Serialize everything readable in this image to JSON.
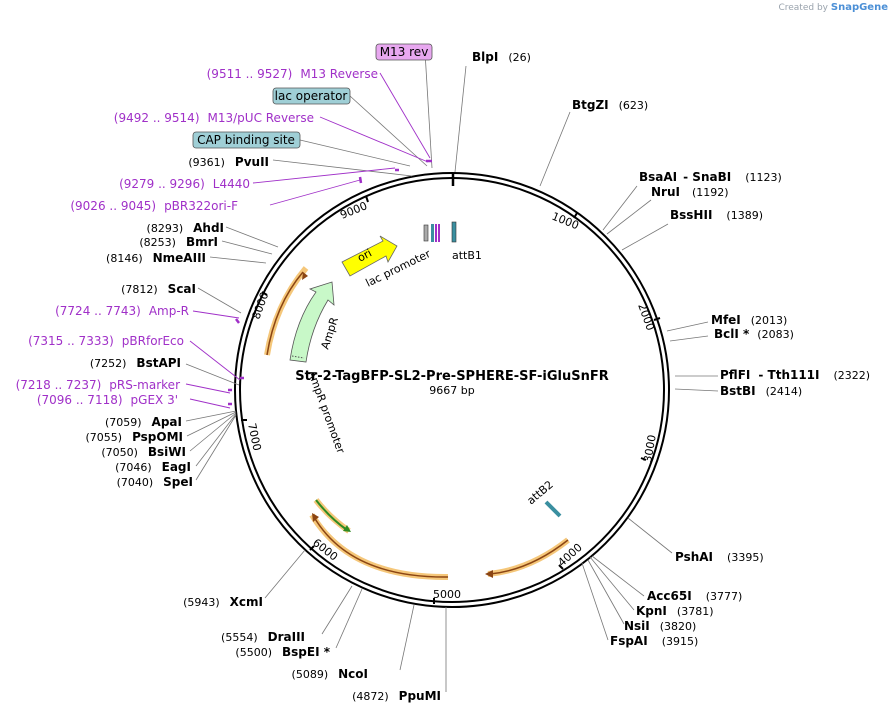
{
  "credit": {
    "prefix": "Created by",
    "brand": "SnapGene"
  },
  "map": {
    "title": "Str-2-TagBFP-SL2-Pre-SPHERE-SF-iGluSnFR",
    "length_label": "9667 bp",
    "total_bp": 9667,
    "ticks": [
      "1000",
      "2000",
      "3000",
      "4000",
      "5000",
      "6000",
      "7000",
      "8000",
      "9000"
    ]
  },
  "enzymes": [
    {
      "name": "BlpI",
      "pos": "(26)"
    },
    {
      "name": "BtgZI",
      "pos": "(623)"
    },
    {
      "name": "BsaAI",
      "extra": "- SnaBI",
      "pos": "(1123)"
    },
    {
      "name": "NruI",
      "pos": "(1192)"
    },
    {
      "name": "BssHII",
      "pos": "(1389)"
    },
    {
      "name": "MfeI",
      "pos": "(2013)"
    },
    {
      "name": "BclI *",
      "pos": "(2083)"
    },
    {
      "name": "PflFI",
      "extra": "- Tth111I",
      "pos": "(2322)"
    },
    {
      "name": "BstBI",
      "pos": "(2414)"
    },
    {
      "name": "PshAI",
      "pos": "(3395)"
    },
    {
      "name": "Acc65I",
      "pos": "(3777)"
    },
    {
      "name": "KpnI",
      "pos": "(3781)"
    },
    {
      "name": "NsiI",
      "pos": "(3820)"
    },
    {
      "name": "FspAI",
      "pos": "(3915)"
    },
    {
      "name": "PpuMI",
      "pos": "(4872)"
    },
    {
      "name": "NcoI",
      "pos": "(5089)"
    },
    {
      "name": "BspEI *",
      "pos": "(5500)"
    },
    {
      "name": "DraIII",
      "pos": "(5554)"
    },
    {
      "name": "XcmI",
      "pos": "(5943)"
    },
    {
      "name": "SpeI",
      "pos": "(7040)"
    },
    {
      "name": "EagI",
      "pos": "(7046)"
    },
    {
      "name": "BsiWI",
      "pos": "(7050)"
    },
    {
      "name": "PspOMI",
      "pos": "(7055)"
    },
    {
      "name": "ApaI",
      "pos": "(7059)"
    },
    {
      "name": "BstAPI",
      "pos": "(7252)"
    },
    {
      "name": "ScaI",
      "pos": "(7812)"
    },
    {
      "name": "NmeAIII",
      "pos": "(8146)"
    },
    {
      "name": "BmrI",
      "pos": "(8253)"
    },
    {
      "name": "AhdI",
      "pos": "(8293)"
    },
    {
      "name": "PvuII",
      "pos": "(9361)"
    }
  ],
  "primers": [
    {
      "range": "(9511 .. 9527)",
      "name": "M13 Reverse"
    },
    {
      "range": "(9492 .. 9514)",
      "name": "M13/pUC Reverse"
    },
    {
      "range": "(9279 .. 9296)",
      "name": "L4440"
    },
    {
      "range": "(9026 .. 9045)",
      "name": "pBR322ori-F"
    },
    {
      "range": "(7724 .. 7743)",
      "name": "Amp-R"
    },
    {
      "range": "(7315 .. 7333)",
      "name": "pBRforEco"
    },
    {
      "range": "(7218 .. 7237)",
      "name": "pRS-marker"
    },
    {
      "range": "(7096 .. 7118)",
      "name": "pGEX 3'"
    }
  ],
  "boxed_features": [
    {
      "name": "M13 rev",
      "color": "#e8a8f0"
    },
    {
      "name": "lac operator",
      "color": "#9fcfd6"
    },
    {
      "name": "CAP binding site",
      "color": "#9fcfd6"
    }
  ],
  "inner_labels": {
    "ori": "ori",
    "ampr": "AmpR",
    "ampr_promoter": "AmpR promoter",
    "lac_promoter": "lac promoter",
    "attb1": "attB1",
    "attb2": "attB2"
  },
  "colors": {
    "primer": "#a030c8",
    "ori": "#ffff00",
    "ampr": "#c8f8c8",
    "orange_glow": "#f5c77a",
    "brown": "#8b4513",
    "green_arrow": "#2e8b22",
    "teal": "#3a8fa0"
  }
}
